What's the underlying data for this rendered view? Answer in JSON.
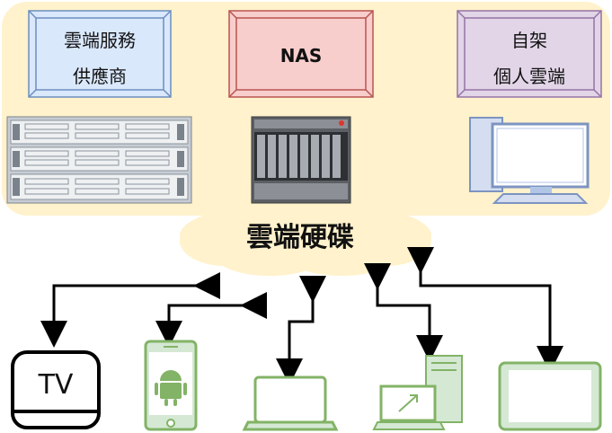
{
  "boxes": {
    "cloud_provider": {
      "line1": "雲端服務",
      "line2": "供應商",
      "fill": "#dae8fc",
      "stroke": "#6c8ebf"
    },
    "nas": {
      "line1": "NAS",
      "fill": "#f8cecc",
      "stroke": "#b85450"
    },
    "self_hosted": {
      "line1": "自架",
      "line2": "個人雲端",
      "fill": "#e1d5e7",
      "stroke": "#9673a6"
    }
  },
  "cloud": {
    "label": "雲端硬碟",
    "fill": "#fff2cc"
  },
  "background": {
    "fill": "#fff2cc"
  },
  "devices": {
    "tv": {
      "label": "TV"
    }
  },
  "colors": {
    "device_green": "#82b366",
    "device_green_fill": "#d5e8d4",
    "arrow": "#000000",
    "server_gray": "#9aa5b1",
    "desktop_blue": "#b1c5e6"
  }
}
